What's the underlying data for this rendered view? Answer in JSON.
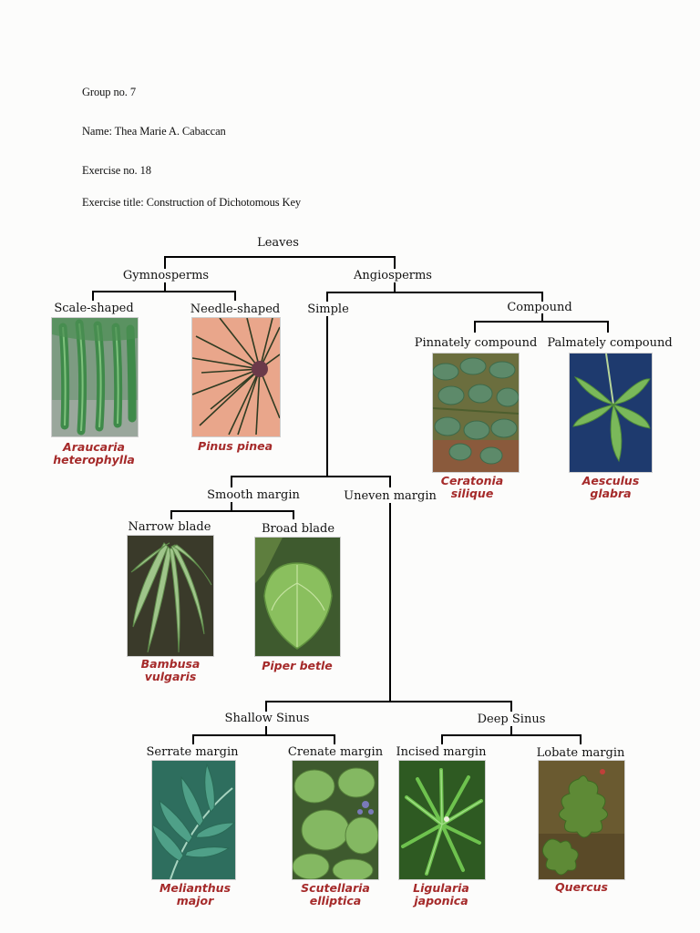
{
  "header": {
    "group": "Group no. 7",
    "name": "Name: Thea Marie A. Cabaccan",
    "exercise_no": "Exercise no. 18",
    "exercise_title": "Exercise title: Construction of Dichotomous Key"
  },
  "key": {
    "root": "Leaves",
    "gymnosperms": "Gymnosperms",
    "angiosperms": "Angiosperms",
    "scale_shaped": "Scale-shaped",
    "needle_shaped": "Needle-shaped",
    "simple": "Simple",
    "compound": "Compound",
    "pinnately_compound": "Pinnately compound",
    "palmately_compound": "Palmately compound",
    "smooth_margin": "Smooth margin",
    "uneven_margin": "Uneven margin",
    "narrow_blade": "Narrow blade",
    "broad_blade": "Broad blade",
    "shallow_sinus": "Shallow Sinus",
    "deep_sinus": "Deep Sinus",
    "serrate_margin": "Serrate margin",
    "crenate_margin": "Crenate margin",
    "incised_margin": "Incised margin",
    "lobate_margin": "Lobate margin"
  },
  "species": {
    "araucaria": [
      "Araucaria",
      "heterophylla"
    ],
    "pinus": [
      "Pinus pinea"
    ],
    "ceratonia": [
      "Ceratonia",
      "silique"
    ],
    "aesculus": [
      "Aesculus",
      "glabra"
    ],
    "bambusa": [
      "Bambusa",
      "vulgaris"
    ],
    "piper": [
      "Piper betle"
    ],
    "melianthus": [
      "Melianthus",
      "major"
    ],
    "scutellaria": [
      "Scutellaria",
      "elliptica"
    ],
    "ligularia": [
      "Ligularia",
      "japonica"
    ],
    "quercus": [
      "Quercus"
    ]
  },
  "colors": {
    "species_label": "#a52a2a",
    "lines": "#000000"
  }
}
